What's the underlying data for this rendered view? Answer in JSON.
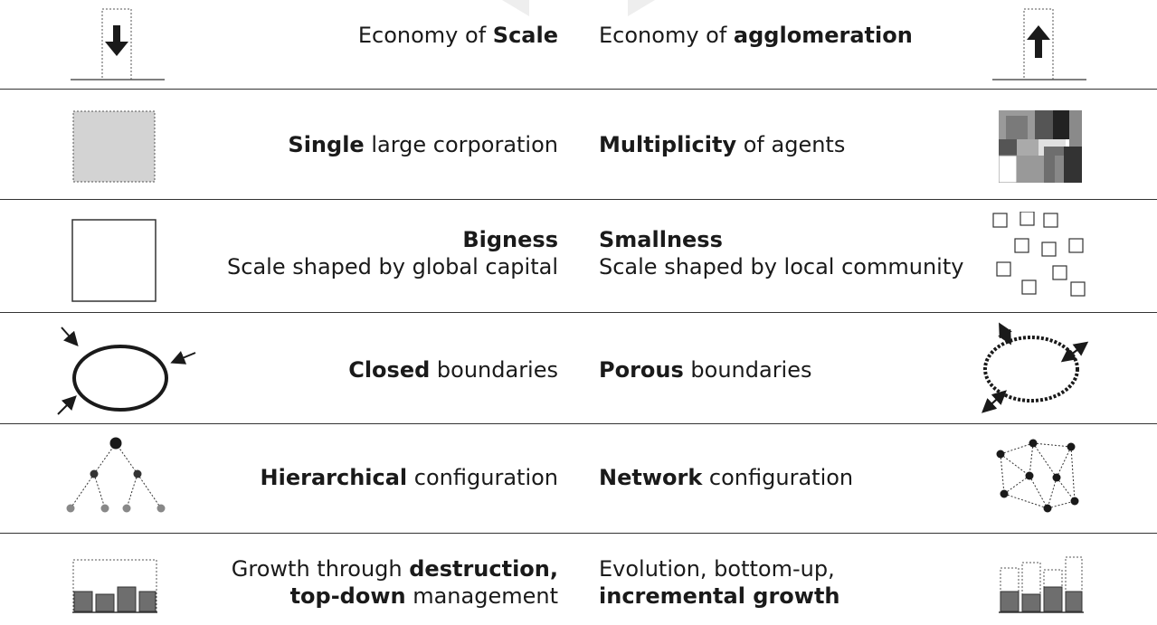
{
  "rows": [
    {
      "left": {
        "pre": "Economy of ",
        "bold": "Scale",
        "post": ""
      },
      "right": {
        "pre": "Economy of ",
        "bold": "agglomeration",
        "post": ""
      },
      "left_icon": "arrow-down-icon",
      "right_icon": "arrow-up-icon"
    },
    {
      "left": {
        "pre": "",
        "bold": "Single",
        "post": " large corporation"
      },
      "right": {
        "pre": "",
        "bold": "Multiplicity",
        "post": " of agents"
      },
      "left_icon": "single-block-icon",
      "right_icon": "mosaic-blocks-icon"
    },
    {
      "left": {
        "line1_bold": "Bigness",
        "line2": "Scale shaped by global capital"
      },
      "right": {
        "line1_bold": "Smallness",
        "line2": "Scale shaped by local community"
      },
      "left_icon": "large-square-icon",
      "right_icon": "small-squares-icon"
    },
    {
      "left": {
        "pre": "",
        "bold": "Closed",
        "post": " boundaries"
      },
      "right": {
        "pre": "",
        "bold": "Porous",
        "post": " boundaries"
      },
      "left_icon": "closed-ellipse-icon",
      "right_icon": "porous-ellipse-icon"
    },
    {
      "left": {
        "pre": "",
        "bold": "Hierarchical",
        "post": " configuration"
      },
      "right": {
        "pre": "",
        "bold": "Network",
        "post": " configuration"
      },
      "left_icon": "hierarchy-tree-icon",
      "right_icon": "network-graph-icon"
    },
    {
      "left": {
        "line1_pre": "Growth through ",
        "line1_bold": "destruction,",
        "line2_bold": "top-down",
        "line2_post": " management"
      },
      "right": {
        "line1": "Evolution, bottom-up,",
        "line2_bold": "incremental growth"
      },
      "left_icon": "destruction-bars-icon",
      "right_icon": "incremental-bars-icon"
    }
  ],
  "colors": {
    "line": "#333333",
    "block_fill": "#d3d3d3",
    "dark": "#1a1a1a",
    "node_grey": "#888888"
  }
}
